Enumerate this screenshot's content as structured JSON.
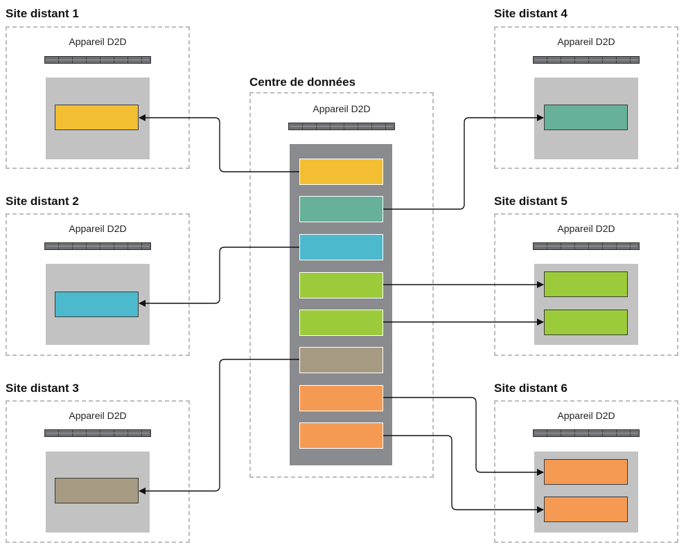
{
  "colors": {
    "yellow": "#F2BE32",
    "teal": "#67B09A",
    "cyan": "#4DB9CC",
    "green": "#9BCB3B",
    "taupe": "#A69A82",
    "orange": "#F59A53"
  },
  "center": {
    "title": "Centre de données",
    "device_label": "Appareil D2D",
    "blocks": [
      "yellow",
      "teal",
      "cyan",
      "green",
      "green",
      "taupe",
      "orange",
      "orange"
    ]
  },
  "sites": [
    {
      "title": "Site distant 1",
      "device_label": "Appareil D2D",
      "blocks": [
        "yellow"
      ]
    },
    {
      "title": "Site distant 2",
      "device_label": "Appareil D2D",
      "blocks": [
        "cyan"
      ]
    },
    {
      "title": "Site distant 3",
      "device_label": "Appareil D2D",
      "blocks": [
        "taupe"
      ]
    },
    {
      "title": "Site distant 4",
      "device_label": "Appareil D2D",
      "blocks": [
        "teal"
      ]
    },
    {
      "title": "Site distant 5",
      "device_label": "Appareil D2D",
      "blocks": [
        "green",
        "green"
      ]
    },
    {
      "title": "Site distant 6",
      "device_label": "Appareil D2D",
      "blocks": [
        "orange",
        "orange"
      ]
    }
  ]
}
